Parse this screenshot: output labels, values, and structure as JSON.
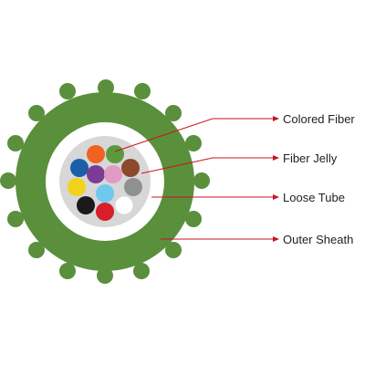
{
  "diagram": {
    "labels": {
      "colored_fiber": "Colored Fiber",
      "fiber_jelly": "Fiber Jelly",
      "loose_tube": "Loose Tube",
      "outer_sheath": "Outer Sheath"
    },
    "colors": {
      "sheath": "#5a8f3c",
      "loose_tube": "#ffffff",
      "fiber_jelly": "#d7d7d7",
      "leader_line": "#c8161d",
      "label_text": "#222222"
    },
    "fibers": [
      {
        "name": "orange-fiber",
        "color": "#f0621f"
      },
      {
        "name": "green-fiber",
        "color": "#5a9a3c"
      },
      {
        "name": "blue-fiber",
        "color": "#1a5fa8"
      },
      {
        "name": "purple-fiber",
        "color": "#7a3c96"
      },
      {
        "name": "pink-fiber",
        "color": "#e19ac3"
      },
      {
        "name": "brown-fiber",
        "color": "#8b4a2b"
      },
      {
        "name": "yellow-fiber",
        "color": "#f2d21b"
      },
      {
        "name": "aqua-fiber",
        "color": "#71c8ee"
      },
      {
        "name": "grey-fiber",
        "color": "#909090"
      },
      {
        "name": "black-fiber",
        "color": "#1a1a1a"
      },
      {
        "name": "red-fiber",
        "color": "#d81e2a"
      },
      {
        "name": "white-fiber",
        "color": "#ffffff"
      }
    ]
  }
}
